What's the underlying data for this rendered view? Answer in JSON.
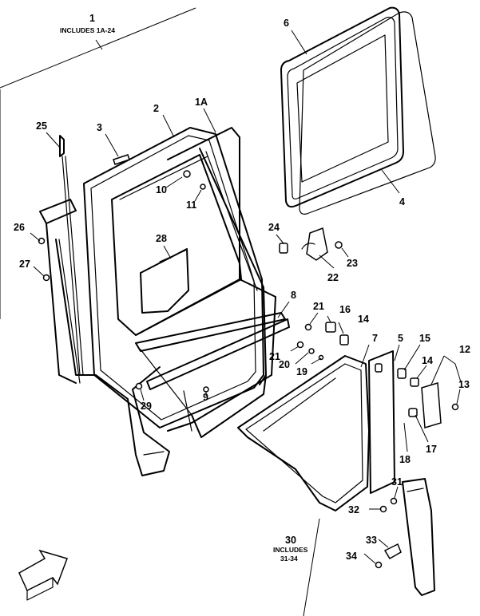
{
  "callouts": {
    "c1": "1",
    "c1_includes": "INCLUDES 1A-24",
    "c1A": "1A",
    "c2": "2",
    "c3": "3",
    "c4": "4",
    "c5": "5",
    "c6": "6",
    "c7": "7",
    "c8": "8",
    "c9": "9",
    "c10": "10",
    "c11": "11",
    "c12": "12",
    "c13": "13",
    "c14a": "14",
    "c14b": "14",
    "c15": "15",
    "c16": "16",
    "c17": "17",
    "c18": "18",
    "c19": "19",
    "c20": "20",
    "c21a": "21",
    "c21b": "21",
    "c22": "22",
    "c23": "23",
    "c24": "24",
    "c25": "25",
    "c26": "26",
    "c27": "27",
    "c28": "28",
    "c29": "29",
    "c30": "30",
    "c30_includes": "INCLUDES",
    "c30_range": "31-34",
    "c31": "31",
    "c32": "32",
    "c33": "33",
    "c34": "34"
  },
  "icons": {
    "direction_arrow": "front-direction-arrow-icon"
  }
}
